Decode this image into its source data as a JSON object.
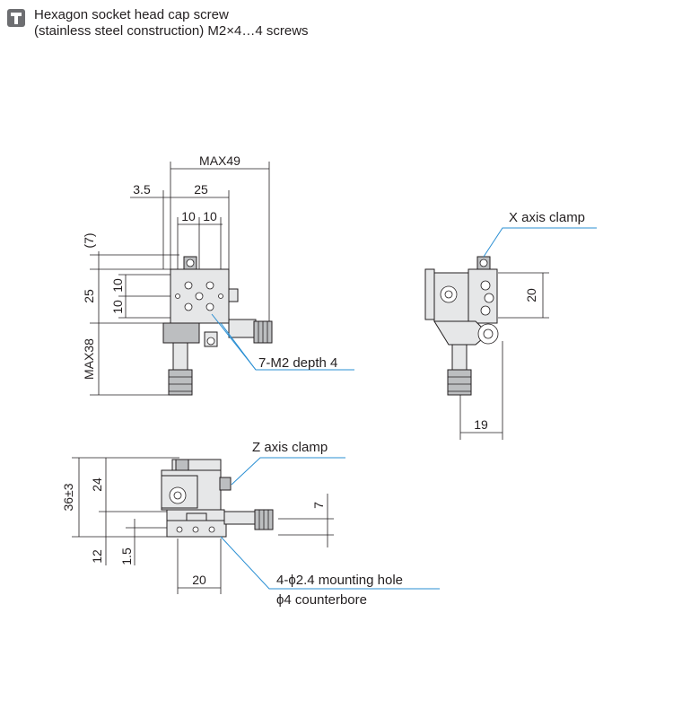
{
  "header": {
    "icon": "screw-icon",
    "line1": "Hexagon socket head cap screw",
    "line2": "(stainless steel construction) M2×4…4 screws"
  },
  "top_view": {
    "dim_max49": "MAX49",
    "dim_3_5": "3.5",
    "dim_25_h": "25",
    "dim_10_a": "10",
    "dim_10_b": "10",
    "dim_7": "(7)",
    "dim_25_v": "25",
    "dim_10_v_a": "10",
    "dim_10_v_b": "10",
    "dim_max38": "MAX38",
    "tapped_holes_label": "7-M2 depth 4"
  },
  "side_view": {
    "x_clamp_label": "X axis clamp",
    "dim_20": "20",
    "dim_19": "19"
  },
  "front_view": {
    "z_clamp_label": "Z axis clamp",
    "dim_36": "36±3",
    "dim_24": "24",
    "dim_12": "12",
    "dim_1_5": "1.5",
    "dim_7": "7",
    "dim_20": "20",
    "mounting_hole_label": "4-ϕ2.4 mounting hole",
    "counterbore_label": "ϕ4 counterbore"
  },
  "colors": {
    "leader_line": "#2a8fd3",
    "line": "#231f20",
    "part_fill": "#e6e7e8",
    "icon_bg": "#6d6e71"
  }
}
